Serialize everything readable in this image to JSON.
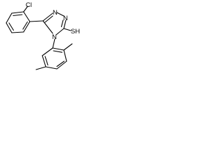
{
  "structure": {
    "atom_labels": {
      "n_top": "N",
      "n_top_right": "N",
      "n_bottom": "N",
      "chloro": "Cl",
      "thiol": "SH"
    }
  }
}
